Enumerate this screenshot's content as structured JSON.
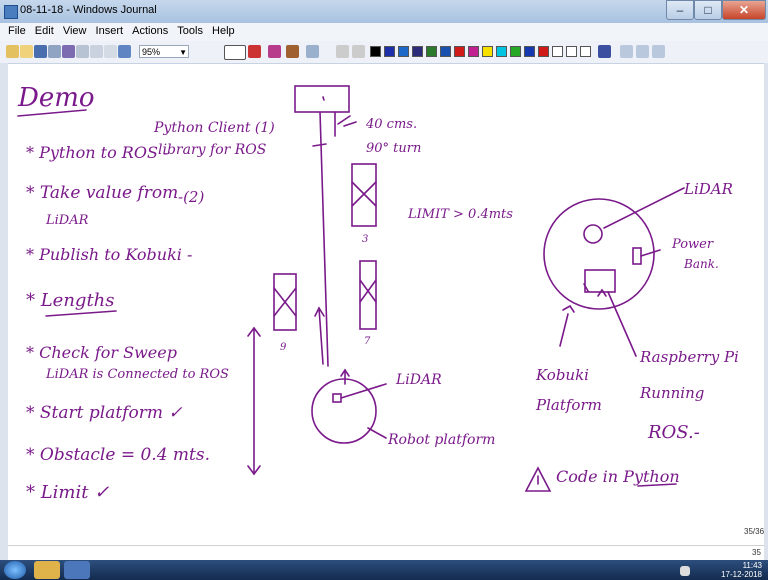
{
  "window": {
    "title": "08-11-18 - Windows Journal",
    "controls": [
      "–",
      "□",
      "✕"
    ]
  },
  "menu": [
    "File",
    "Edit",
    "View",
    "Insert",
    "Actions",
    "Tools",
    "Help"
  ],
  "toolbar": {
    "zoom": "95%"
  },
  "ink_color": "#7a1a8a",
  "notes": {
    "heading": "Demo",
    "items": [
      "* Python to ROS -",
      "Python Client (1)",
      "library for ROS",
      "* Take value from",
      "LiDAR",
      "-(2)",
      "* Publish to Kobuki -",
      "* Lengths",
      "* Check for Sweep",
      "LiDAR is Connected to ROS",
      "* Start platform ✓",
      "* Obstacle = 0.4 mts.",
      "* Limit ✓"
    ],
    "diagram_labels": {
      "distance": "40 cms.",
      "turn": "90° turn",
      "limit": "LIMIT > 0.4mts",
      "lidar_mid": "LiDAR",
      "robot_platform": "Robot platform",
      "box_label_3": "3",
      "box_label_7": "7",
      "box_label_9": "9",
      "lidar_right": "LiDAR",
      "power_bank_1": "Power",
      "power_bank_2": "Bank.",
      "kobuki_1": "Kobuki",
      "kobuki_2": "Platform",
      "rpi_1": "Raspberry Pi",
      "rpi_2": "Running",
      "rpi_3": "ROS.-",
      "code_note": "Code in Python"
    }
  },
  "status": {
    "page_indicator": "35/36",
    "page_number": "35",
    "time": "11:43",
    "date": "17-12-2018"
  }
}
